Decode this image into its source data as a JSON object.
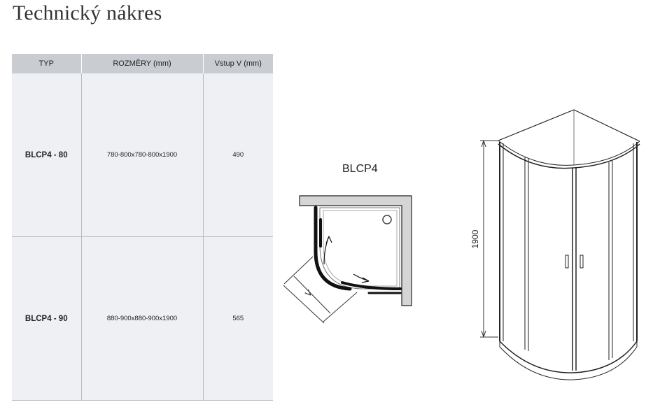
{
  "page": {
    "title": "Technický nákres"
  },
  "table": {
    "headers": [
      "TYP",
      "ROZMĚRY (mm)",
      "Vstup V (mm)"
    ],
    "rows": [
      [
        "BLCP4 - 80",
        "780-800x780-800x1900",
        "490"
      ],
      [
        "BLCP4 - 90",
        "880-900x880-900x1900",
        "565"
      ]
    ]
  },
  "drawing": {
    "plan_label": "BLCP4",
    "entry_label": "V",
    "height_label": "1900"
  },
  "colors": {
    "header_bg": "#c9ccd1",
    "cell_bg": "#eef0f3",
    "line": "#111111"
  }
}
